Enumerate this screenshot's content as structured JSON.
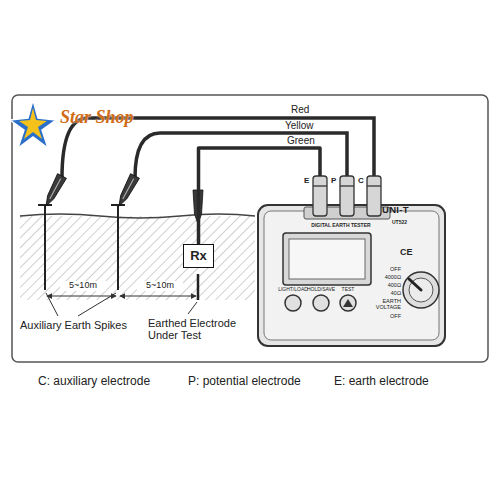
{
  "diagram": {
    "nodes": [
      {
        "text": [
          "UNI-T",
          "DIGITAL EARTH TESTER",
          "UT522",
          "CE"
        ]
      },
      {
        "text": [
          "Rx"
        ]
      }
    ],
    "edges": [
      {
        "from": 1,
        "to": 0,
        "arrow": "none",
        "label": "Green"
      }
    ],
    "labels": [
      "Star Shop",
      "Red",
      "Yellow",
      "E",
      "P",
      "C",
      "5~10m",
      "5~10m",
      "Auxiliary Earth Spikes",
      "Earthed Electrode Under Test",
      "LIGHT/LOAD",
      "HOLD/SAVE",
      "TEST",
      "OFF",
      "4000Ω",
      "400Ω",
      "40Ω",
      "EARTH VOLTAGE",
      "OFF",
      "C: auxiliary electrode",
      "P: potential electrode",
      "E: earth electrode"
    ]
  }
}
